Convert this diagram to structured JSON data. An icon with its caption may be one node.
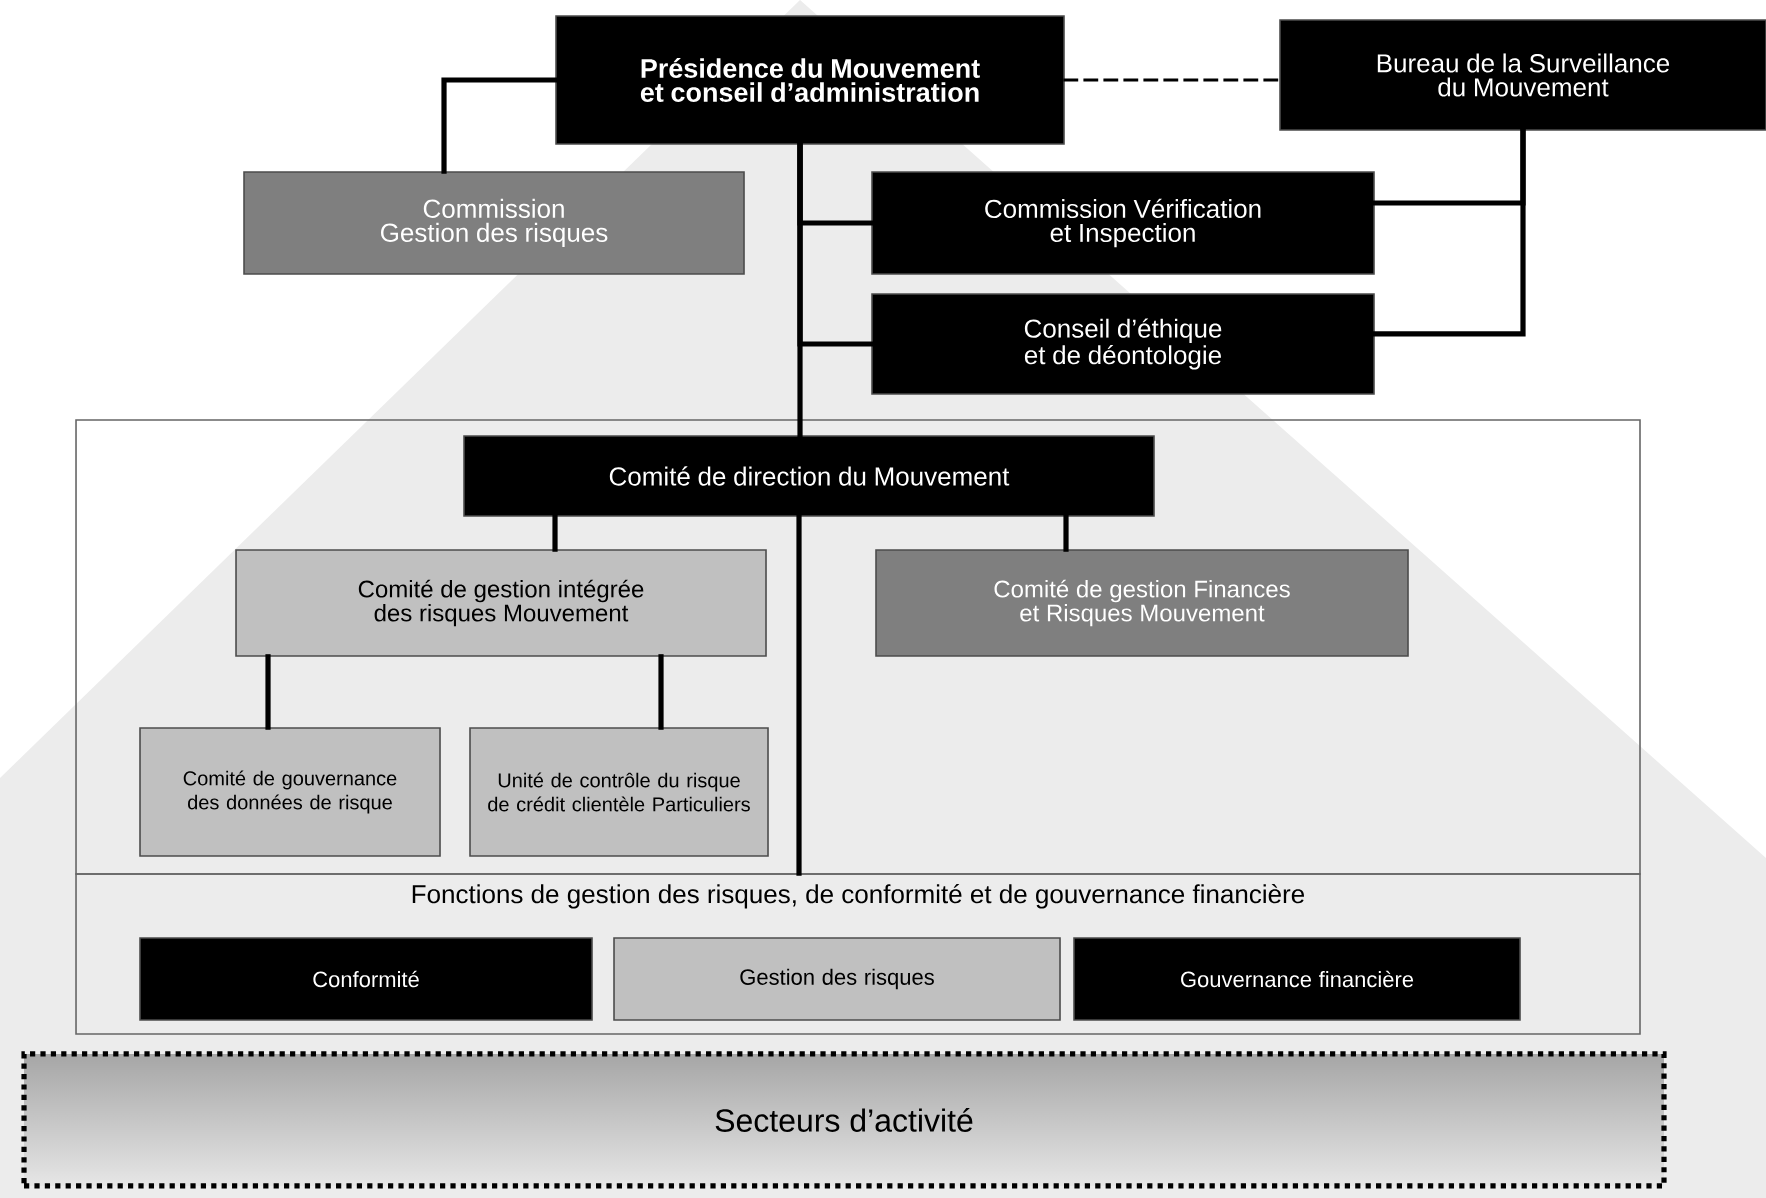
{
  "diagram": {
    "nodes": [
      {
        "text": [
          "Présidence du Mouvement et conseil d’administration"
        ]
      },
      {
        "text": [
          "Bureau de la Surveillance du Mouvement"
        ]
      },
      {
        "text": [
          "Commission Gestion des risques"
        ]
      },
      {
        "text": [
          "Commission Vérification et Inspection"
        ]
      },
      {
        "text": [
          "Conseil d’éthique et de déontologie"
        ]
      },
      {
        "text": [],
        "shape": "box"
      },
      {
        "text": [
          "Comité de direction du Mouvement"
        ],
        "in": 5
      },
      {
        "text": [
          "Comité de gestion intégrée des risques Mouvement"
        ],
        "in": 5
      },
      {
        "text": [
          "Comité de gestion Finances et Risques Mouvement"
        ],
        "in": 5
      },
      {
        "text": [
          "Comité de gouvernance des données de risque"
        ],
        "in": 5
      },
      {
        "text": [
          "Unité de contrôle du risque de crédit clientèle Particuliers"
        ],
        "in": 5
      },
      {
        "text": [
          "Fonctions de gestion des risques, de conformité et de gouvernance financière"
        ]
      },
      {
        "text": [
          "Conformité"
        ],
        "in": 11
      },
      {
        "text": [
          "Gestion des risques"
        ],
        "in": 11
      },
      {
        "text": [
          "Gouvernance financière"
        ],
        "in": 11
      },
      {
        "text": [
          "Secteurs d’activité"
        ]
      }
    ],
    "edges": [
      {
        "from": 0,
        "to": 2,
        "arrow": "none"
      },
      {
        "from": 0,
        "to": 1,
        "arrow": "none",
        "style": "dashed"
      },
      {
        "from": 0,
        "to": 3,
        "arrow": "none"
      },
      {
        "from": 0,
        "to": 4,
        "arrow": "none"
      },
      {
        "from": 1,
        "to": 3,
        "arrow": "none"
      },
      {
        "from": 1,
        "to": 4,
        "arrow": "none"
      },
      {
        "from": 0,
        "to": 6,
        "arrow": "none"
      },
      {
        "from": 6,
        "to": 11,
        "arrow": "none"
      },
      {
        "from": 6,
        "to": 7,
        "arrow": "none"
      },
      {
        "from": 6,
        "to": 8,
        "arrow": "none"
      },
      {
        "from": 7,
        "to": 9,
        "arrow": "none"
      },
      {
        "from": 7,
        "to": 10,
        "arrow": "none"
      }
    ]
  }
}
